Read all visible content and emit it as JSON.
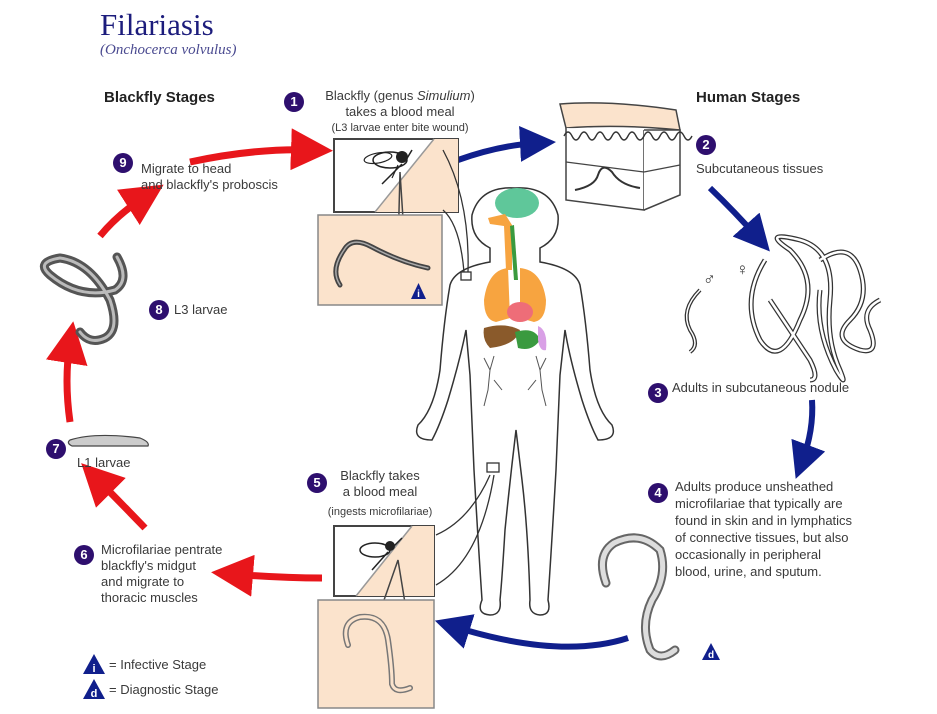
{
  "title": "Filariasis",
  "subtitle": "(Onchocerca volvulus)",
  "headings": {
    "blackfly": "Blackfly Stages",
    "human": "Human Stages"
  },
  "colors": {
    "title": "#1c1c7c",
    "step_badge": "#2e0f6e",
    "blackfly_arrow": "#e8161b",
    "human_arrow": "#101f8c",
    "panel_fill": "#fbe3cc",
    "brain": "#5fc79a",
    "lungs": "#f7a440",
    "heart": "#ee6d78",
    "liver": "#8a5a2b",
    "stomach": "#3a9a3f",
    "spleen": "#d9a0e6"
  },
  "steps": [
    {
      "num": "1",
      "lines": [
        "Blackfly (genus Simulium)",
        "takes a blood meal"
      ],
      "note": "(L3 larvae enter bite wound)",
      "italic": "Simulium"
    },
    {
      "num": "2",
      "lines": [
        "Subcutaneous tissues"
      ]
    },
    {
      "num": "3",
      "lines": [
        "Adults in subcutaneous nodule"
      ]
    },
    {
      "num": "4",
      "lines": [
        "Adults produce unsheathed",
        "microfilariae that typically are",
        "found in skin and in lymphatics",
        "of connective tissues,  but also",
        "occasionally in peripheral",
        "blood, urine, and sputum."
      ]
    },
    {
      "num": "5",
      "lines": [
        "Blackfly takes",
        "a blood meal"
      ],
      "note": "(ingests microfilariae)"
    },
    {
      "num": "6",
      "lines": [
        "Microfilariae pentrate",
        "blackfly's midgut",
        "and migrate to",
        "thoracic muscles"
      ]
    },
    {
      "num": "7",
      "lines": [
        "L1 larvae"
      ]
    },
    {
      "num": "8",
      "lines": [
        "L3 larvae"
      ]
    },
    {
      "num": "9",
      "lines": [
        "Migrate to head",
        "and blackfly's proboscis"
      ]
    }
  ],
  "step1_parts": {
    "pre": "Blackfly (genus ",
    "italic": "Simulium",
    "post": ")"
  },
  "symbols": {
    "male": "♂",
    "female": "♀"
  },
  "legend": [
    {
      "glyph": "i",
      "label": "= Infective Stage"
    },
    {
      "glyph": "d",
      "label": "= Diagnostic Stage"
    }
  ],
  "markers": {
    "infective": "i",
    "diagnostic": "d"
  }
}
